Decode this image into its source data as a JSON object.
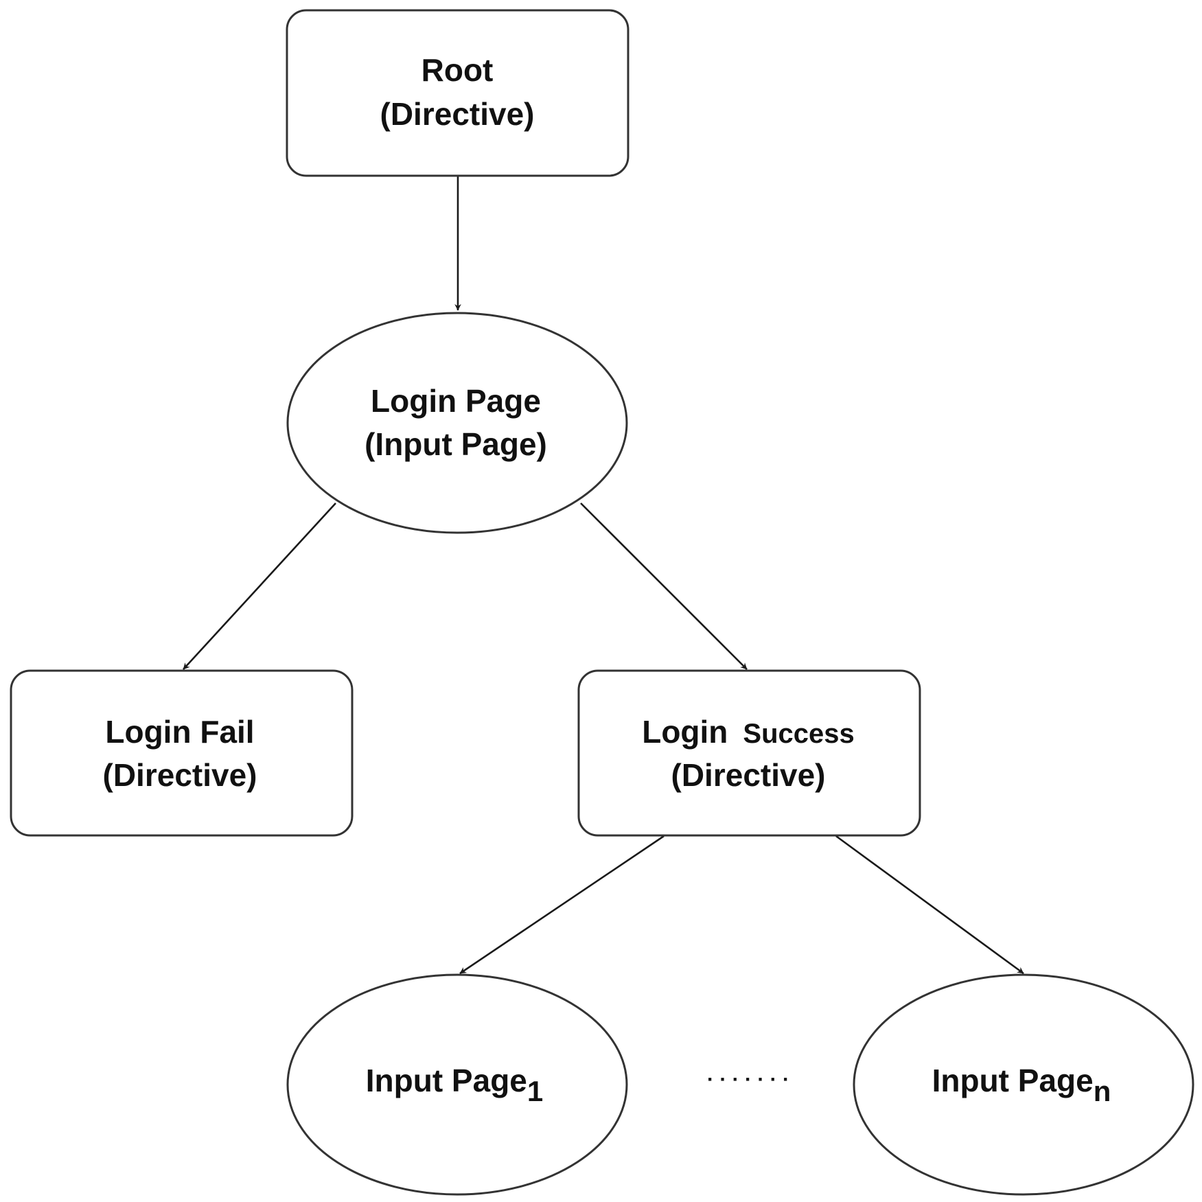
{
  "colors": {
    "stroke": "#333333",
    "text": "#111111",
    "background": "#ffffff"
  },
  "nodes": {
    "root": {
      "line1": "Root",
      "line2": "(Directive)"
    },
    "login_page": {
      "line1": "Login Page",
      "line2": "(Input Page)"
    },
    "login_fail": {
      "line1": "Login Fail",
      "line2": "(Directive)"
    },
    "login_success": {
      "line1a": "Login",
      "line1b": "Success",
      "line2": "(Directive)"
    },
    "input_page_1": {
      "text": "Input Page",
      "subscript": "1"
    },
    "input_page_n": {
      "text": "Input Page",
      "subscript": "n"
    }
  },
  "ellipsis": "· · · · · · ·"
}
